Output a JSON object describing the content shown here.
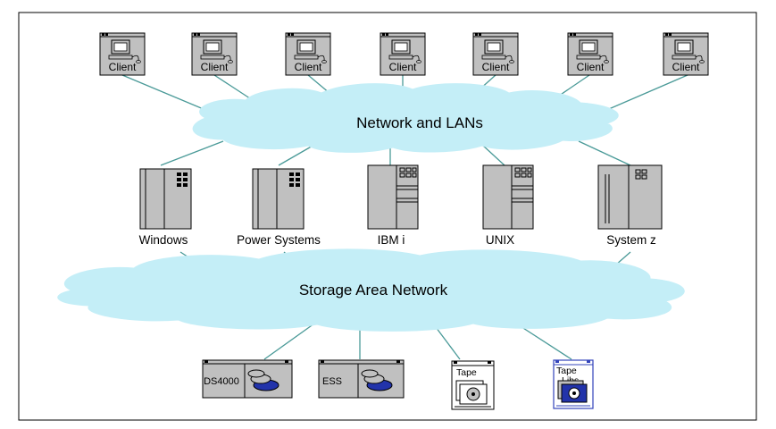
{
  "clouds": {
    "network": "Network and LANs",
    "san": "Storage Area Network"
  },
  "clients": [
    "Client",
    "Client",
    "Client",
    "Client",
    "Client",
    "Client",
    "Client"
  ],
  "servers": [
    "Windows",
    "Power Systems",
    "IBM i",
    "UNIX",
    "System z"
  ],
  "storage": [
    "DS4000",
    "ESS",
    "Tape",
    "Tape Libs"
  ],
  "colors": {
    "cloud": "#c4eef7",
    "link": "#4a9a98",
    "device": "#c0c0c0",
    "disk": "#2233aa",
    "tapelib_frame": "#3344bb"
  }
}
